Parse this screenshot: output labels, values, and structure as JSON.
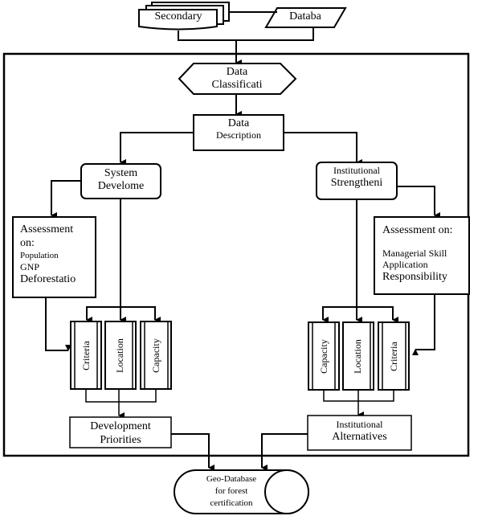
{
  "diagram": {
    "inputs": {
      "secondary": "Secondary",
      "database": "Databa"
    },
    "classification": [
      "Data",
      "Classificati"
    ],
    "description": [
      "Data",
      "Description"
    ],
    "left_branch": {
      "title": [
        "System",
        "Develome"
      ],
      "assessment": {
        "heading": [
          "Assessment",
          "on:"
        ],
        "items": [
          "Population",
          "GNP",
          "Deforestatio"
        ]
      },
      "factors": [
        "Criteria",
        "Location",
        "Capacity"
      ],
      "output": [
        "Development",
        "Priorities"
      ]
    },
    "right_branch": {
      "title": [
        "Institutional",
        "Strengtheni"
      ],
      "assessment": {
        "heading": "Assessment on:",
        "items": [
          "Managerial Skill",
          "Application",
          "Responsibility"
        ]
      },
      "factors": [
        "Capacity",
        "Location",
        "Criteria"
      ],
      "output": [
        "Institutional",
        "Alternatives"
      ]
    },
    "final": [
      "Geo-Database",
      "for forest",
      "certification"
    ]
  }
}
